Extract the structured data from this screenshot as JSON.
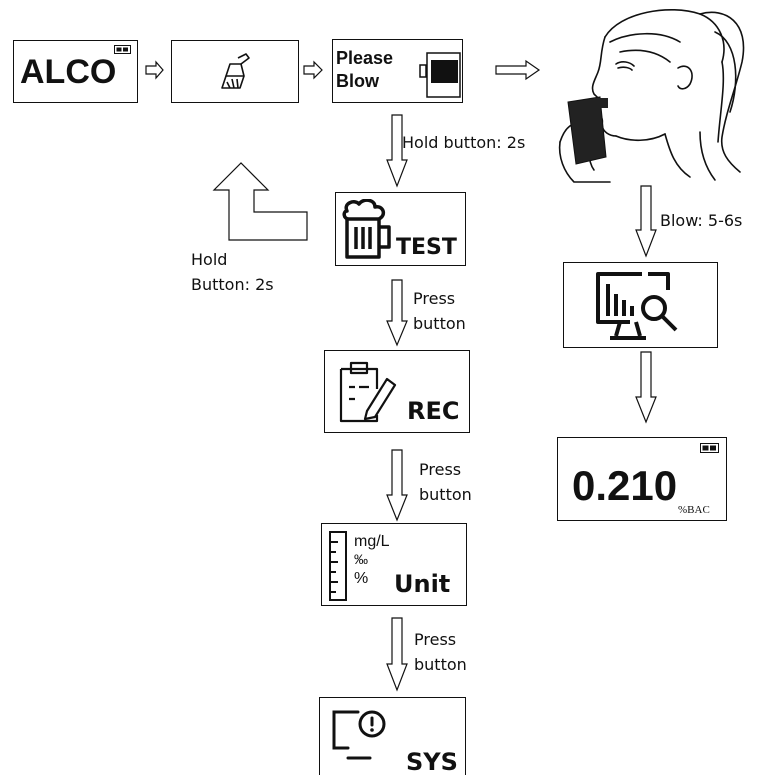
{
  "screens": {
    "alco": {
      "text": "ALCO"
    },
    "please_blow": {
      "line1": "Please",
      "line2": "Blow"
    },
    "test": {
      "text": "TEST"
    },
    "rec": {
      "text": "REC"
    },
    "unit": {
      "u1": "mg/L",
      "u2": "‰",
      "u3": "%",
      "text": "Unit"
    },
    "sys": {
      "text": "SYS"
    },
    "result": {
      "value": "0.210",
      "unit": "%BAC"
    }
  },
  "labels": {
    "hold_button_2s": "Hold button: 2s",
    "hold_line1": "Hold",
    "hold_line2": "Button: 2s",
    "press1": [
      "Press",
      "button"
    ],
    "press2": [
      "Press",
      "button"
    ],
    "press3": [
      "Press",
      "button"
    ],
    "blow": "Blow: 5-6s"
  },
  "colors": {
    "stroke": "#111111",
    "background": "#ffffff"
  }
}
